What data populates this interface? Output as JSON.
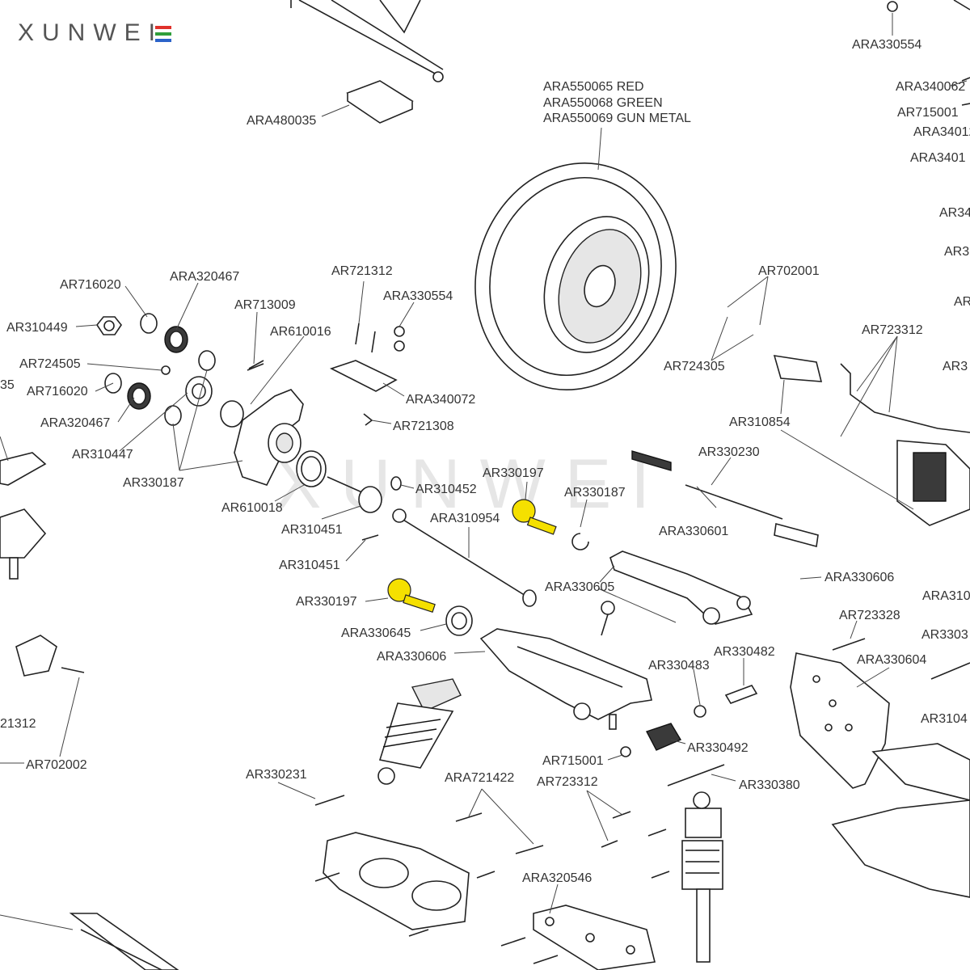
{
  "brand": {
    "logo_text": "XUNWEI",
    "watermark_text": "XUNWEI",
    "logo_stripe_colors": [
      "#e0312b",
      "#2f9e3b",
      "#2b63c9"
    ]
  },
  "colors": {
    "highlight": "#f5e000",
    "line": "#333333"
  },
  "diagram": {
    "labels": [
      {
        "id": "l1",
        "text": "ARA330554"
      },
      {
        "id": "l2",
        "text": "ARA340062"
      },
      {
        "id": "l3",
        "text": "AR715001"
      },
      {
        "id": "l4",
        "text": "ARA34012"
      },
      {
        "id": "l5",
        "text": "ARA3401"
      },
      {
        "id": "l6",
        "text": "AR34"
      },
      {
        "id": "l7",
        "text": "AR3"
      },
      {
        "id": "l8",
        "text": "AR"
      },
      {
        "id": "l9",
        "text": "AR3"
      },
      {
        "id": "l10",
        "text": "ARA480035"
      },
      {
        "id": "l11a",
        "text": "ARA550065 RED"
      },
      {
        "id": "l11b",
        "text": "ARA550068 GREEN"
      },
      {
        "id": "l11c",
        "text": "ARA550069 GUN METAL"
      },
      {
        "id": "l12",
        "text": "AR716020"
      },
      {
        "id": "l13",
        "text": "ARA320467"
      },
      {
        "id": "l14",
        "text": "AR721312"
      },
      {
        "id": "l15",
        "text": "ARA330554"
      },
      {
        "id": "l16",
        "text": "AR713009"
      },
      {
        "id": "l17",
        "text": "AR610016"
      },
      {
        "id": "l18",
        "text": "AR310449"
      },
      {
        "id": "l19",
        "text": "AR724505"
      },
      {
        "id": "l20",
        "text": "AR716020"
      },
      {
        "id": "l21",
        "text": "ARA320467"
      },
      {
        "id": "l22",
        "text": "AR310447"
      },
      {
        "id": "l23",
        "text": "AR330187"
      },
      {
        "id": "l24",
        "text": "AR610018"
      },
      {
        "id": "l25",
        "text": "AR310451"
      },
      {
        "id": "l26",
        "text": "AR310451"
      },
      {
        "id": "l27",
        "text": "AR330197"
      },
      {
        "id": "l28",
        "text": "ARA330645"
      },
      {
        "id": "l29",
        "text": "ARA330606"
      },
      {
        "id": "l30",
        "text": "ARA340072"
      },
      {
        "id": "l31",
        "text": "AR721308"
      },
      {
        "id": "l32",
        "text": "AR310452"
      },
      {
        "id": "l33",
        "text": "AR330197"
      },
      {
        "id": "l34",
        "text": "AR330187"
      },
      {
        "id": "l35",
        "text": "ARA310954"
      },
      {
        "id": "l36",
        "text": "ARA330605"
      },
      {
        "id": "l37",
        "text": "AR702001"
      },
      {
        "id": "l38",
        "text": "AR724305"
      },
      {
        "id": "l39",
        "text": "AR723312"
      },
      {
        "id": "l40",
        "text": "AR310854"
      },
      {
        "id": "l41",
        "text": "AR330230"
      },
      {
        "id": "l42",
        "text": "ARA330601"
      },
      {
        "id": "l43",
        "text": "ARA330606"
      },
      {
        "id": "l44",
        "text": "ARA310"
      },
      {
        "id": "l45",
        "text": "AR723328"
      },
      {
        "id": "l46",
        "text": "AR3303"
      },
      {
        "id": "l47",
        "text": "AR330482"
      },
      {
        "id": "l48",
        "text": "AR330483"
      },
      {
        "id": "l49",
        "text": "ARA330604"
      },
      {
        "id": "l50",
        "text": "AR3104"
      },
      {
        "id": "l51",
        "text": "AR330492"
      },
      {
        "id": "l52",
        "text": "AR715001"
      },
      {
        "id": "l53",
        "text": "AR723312"
      },
      {
        "id": "l54",
        "text": "AR330380"
      },
      {
        "id": "l55",
        "text": "AR330231"
      },
      {
        "id": "l56",
        "text": "ARA721422"
      },
      {
        "id": "l57",
        "text": "ARA320546"
      },
      {
        "id": "l58",
        "text": "35"
      },
      {
        "id": "l59",
        "text": "21312"
      },
      {
        "id": "l60",
        "text": "AR702002"
      }
    ]
  }
}
